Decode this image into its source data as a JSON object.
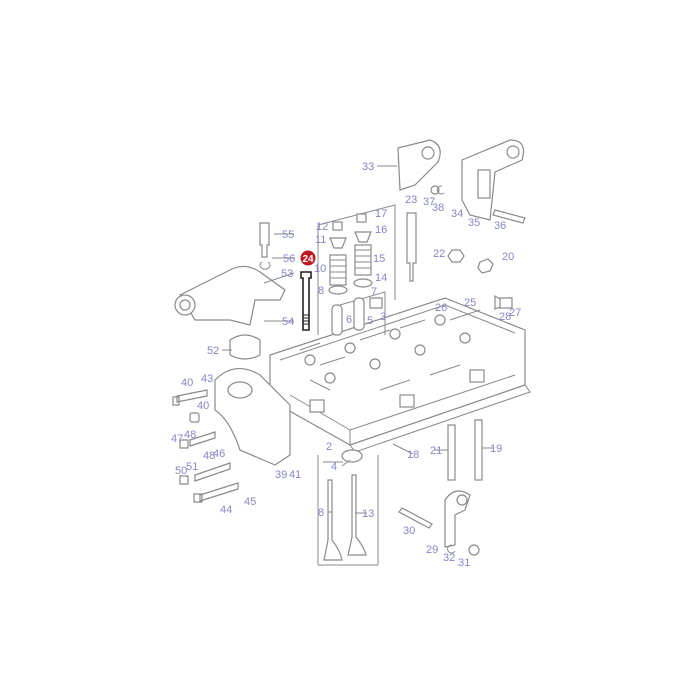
{
  "diagram": {
    "highlighted_part": "24",
    "highlight_color": "#c0161e",
    "label_color": "#8585c8",
    "labels": [
      "33",
      "37",
      "38",
      "34",
      "35",
      "36",
      "23",
      "17",
      "12",
      "16",
      "11",
      "55",
      "56",
      "22",
      "20",
      "15",
      "10",
      "14",
      "53",
      "8",
      "7",
      "26",
      "25",
      "28",
      "27",
      "6",
      "5",
      "3",
      "54",
      "52",
      "40",
      "43",
      "40",
      "47",
      "48",
      "46",
      "48",
      "50",
      "51",
      "39",
      "41",
      "45",
      "44",
      "2",
      "4",
      "18",
      "21",
      "19",
      "8",
      "13",
      "30",
      "29",
      "32",
      "31"
    ]
  }
}
